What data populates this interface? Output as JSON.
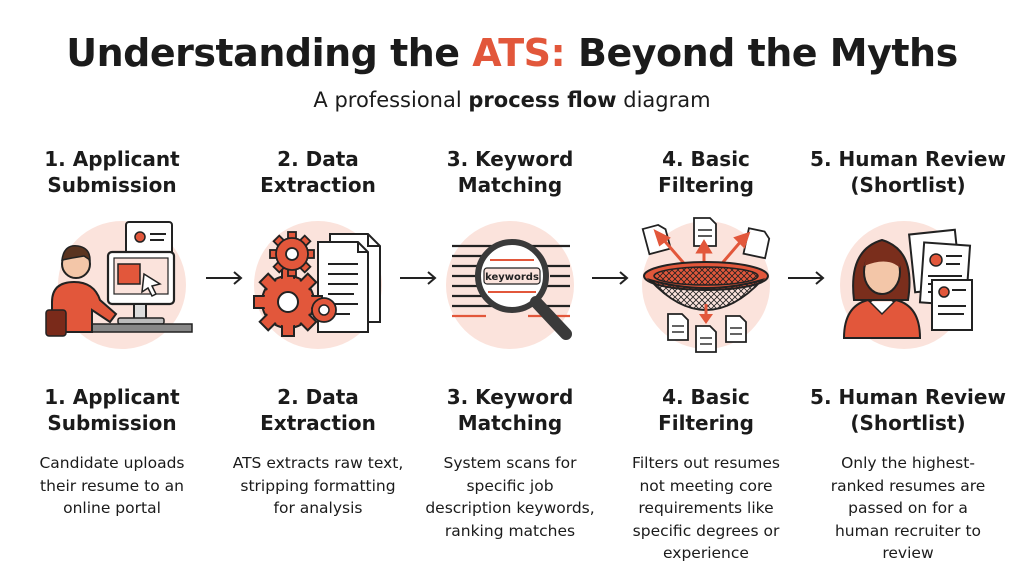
{
  "header": {
    "title_prefix": "Understanding the ",
    "title_accent": "ATS:",
    "title_suffix": " Beyond the Myths",
    "subtitle_prefix": "A professional ",
    "subtitle_bold": "process flow",
    "subtitle_suffix": " diagram"
  },
  "colors": {
    "accent": "#e2573b",
    "circle_bg": "#fbe3dc",
    "text": "#1b1b1b"
  },
  "steps": [
    {
      "title_line1": "1. Applicant",
      "title_line2": "Submission",
      "desc": "Candidate uploads their resume to an online portal",
      "icon": "person-computer-icon"
    },
    {
      "title_line1": "2. Data",
      "title_line2": "Extraction",
      "desc": "ATS extracts raw text, stripping formatting for analysis",
      "icon": "gears-document-icon"
    },
    {
      "title_line1": "3. Keyword",
      "title_line2": "Matching",
      "desc": "System scans for specific job description keywords, ranking matches",
      "icon": "magnifier-keywords-icon",
      "icon_label": "keywords"
    },
    {
      "title_line1": "4. Basic",
      "title_line2": "Filtering",
      "desc": "Filters out resumes not meeting core requirements like specific degrees or experience",
      "icon": "sieve-filter-icon"
    },
    {
      "title_line1": "5. Human Review",
      "title_line2": "(Shortlist)",
      "desc": "Only the highest-ranked resumes are passed on for a human recruiter to review",
      "icon": "recruiter-resumes-icon"
    }
  ]
}
